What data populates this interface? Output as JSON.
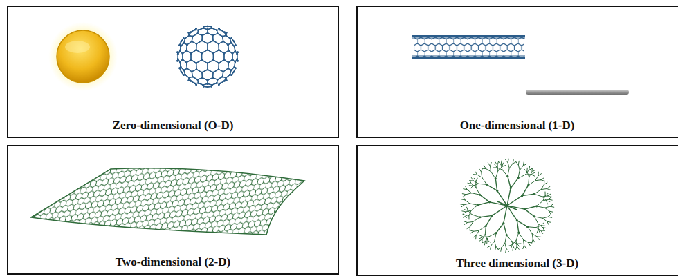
{
  "diagram": {
    "nodes": [
      {
        "text": [
          "Zero-dimensional (O-D)"
        ]
      },
      {
        "text": [
          "One-dimensional (1-D)"
        ]
      },
      {
        "text": [
          "Two-dimensional (2-D)"
        ]
      },
      {
        "text": [
          "Three dimensional (3-D)"
        ]
      }
    ]
  }
}
